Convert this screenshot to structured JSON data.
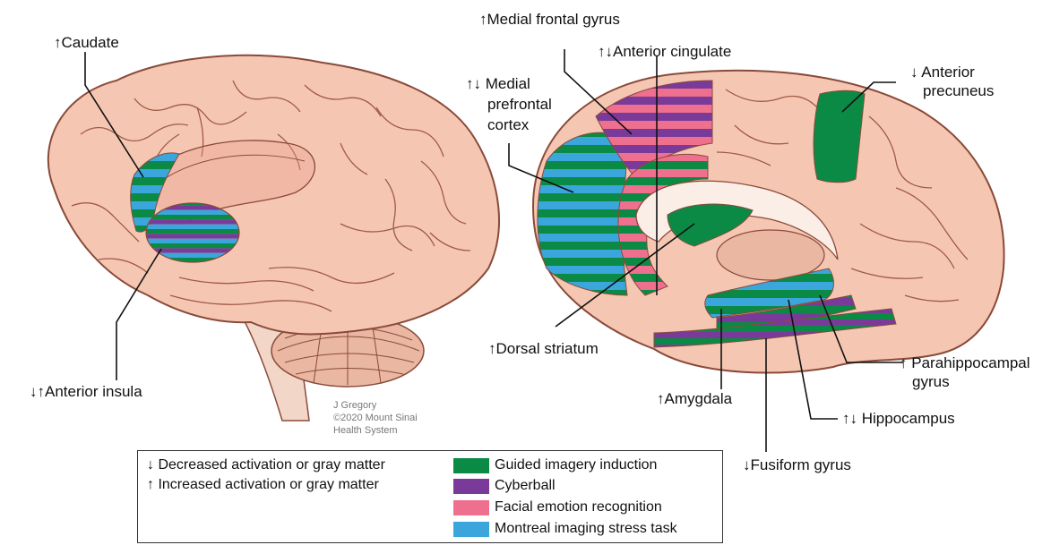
{
  "labels": {
    "caudate": {
      "arrows": "↑",
      "text": "Caudate"
    },
    "anterior_insula": {
      "arrows": "↓↑",
      "text": "Anterior insula"
    },
    "medial_frontal_gyrus": {
      "arrows": "↑",
      "text": "Medial frontal gyrus"
    },
    "anterior_cingulate": {
      "arrows": "↑↓",
      "text": "Anterior cingulate"
    },
    "medial_prefrontal_cortex": {
      "arrows": "↑↓",
      "line1": "Medial",
      "line2": "prefrontal",
      "line3": "cortex"
    },
    "anterior_precuneus": {
      "arrows": "↓",
      "line1": "Anterior",
      "line2": "precuneus"
    },
    "dorsal_striatum": {
      "arrows": "↑",
      "text": "Dorsal striatum"
    },
    "parahippocampal_gyrus": {
      "arrows": "↑",
      "line1": "Parahippocampal",
      "line2": "gyrus"
    },
    "amygdala": {
      "arrows": "↑",
      "text": "Amygdala"
    },
    "hippocampus": {
      "arrows": "↑↓",
      "text": "Hippocampus"
    },
    "fusiform_gyrus": {
      "arrows": "↓",
      "text": "Fusiform gyrus"
    }
  },
  "credit": {
    "line1": "J Gregory",
    "line2": "©2020 Mount Sinai",
    "line3": "Health System"
  },
  "legend": {
    "decreased": {
      "arrow": "↓",
      "text": "Decreased activation or gray matter"
    },
    "increased": {
      "arrow": "↑",
      "text": "Increased activation or gray matter"
    },
    "tasks": [
      {
        "label": "Guided imagery induction",
        "color": "#0b8a45"
      },
      {
        "label": "Cyberball",
        "color": "#7a3a9a"
      },
      {
        "label": "Facial emotion recognition",
        "color": "#ef6f8e"
      },
      {
        "label": "Montreal imaging stress task",
        "color": "#3aa6dc"
      }
    ]
  },
  "colors": {
    "brain_fill": "#f5c7b3",
    "brain_outline": "#8a4a3a",
    "cerebellum_fill": "#eab7a2",
    "corpus_callosum": "#fbeee6"
  }
}
